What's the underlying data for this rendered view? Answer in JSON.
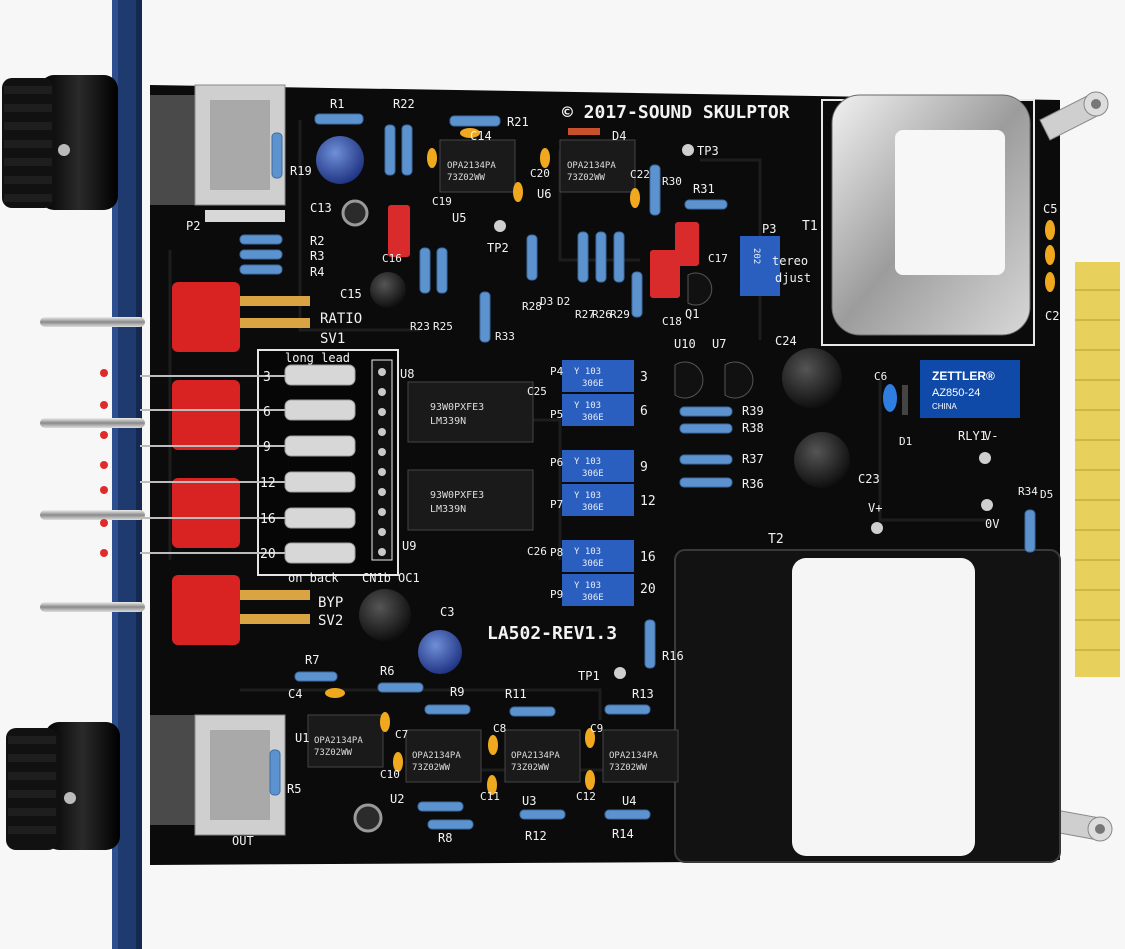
{
  "board": {
    "copyright": "© 2017-SOUND SKULPTOR",
    "revision": "LA502-REV1.3"
  },
  "switch_labels": {
    "ratio": "RATIO",
    "sw1": "SV1",
    "byp": "BYP",
    "sw2": "SV2",
    "long_lead": "long lead",
    "on_back": "on back",
    "cn1b": "CN1b",
    "ratio_values": [
      "3",
      "6",
      "9",
      "12",
      "16",
      "20"
    ]
  },
  "chips": {
    "opamp_marking": "OPA2134PA",
    "opamp_date": "73Z02WW",
    "comparator_marking": "93W0PXFE3",
    "comparator_part": "LM339N"
  },
  "relay": {
    "brand": "ZETTLER®",
    "model": "AZ850-24",
    "origin": "CHINA",
    "designator": "RLY1"
  },
  "trimmer": {
    "value": "Y 103",
    "code": "306E",
    "stereo_value": "202",
    "stereo_label": "tereo",
    "adjust_label": "djust"
  },
  "designators": {
    "resistors": [
      "R1",
      "R2",
      "R3",
      "R4",
      "R5",
      "R6",
      "R7",
      "R8",
      "R9",
      "R11",
      "R12",
      "R13",
      "R14",
      "R16",
      "R19",
      "R21",
      "R22",
      "R23",
      "R25",
      "R26",
      "R27",
      "R28",
      "R29",
      "R30",
      "R31",
      "R33",
      "R34",
      "R36",
      "R37",
      "R38",
      "R39"
    ],
    "capacitors": [
      "C2",
      "C3",
      "C4",
      "C5",
      "C6",
      "C7",
      "C8",
      "C9",
      "C10",
      "C11",
      "C12",
      "C13",
      "C14",
      "C15",
      "C16",
      "C17",
      "C18",
      "C19",
      "C20",
      "C22",
      "C23",
      "C24",
      "C25",
      "C26"
    ],
    "ics": [
      "U1",
      "U2",
      "U3",
      "U4",
      "U5",
      "U6",
      "U7",
      "U8",
      "U9",
      "U10"
    ],
    "trimmers": [
      "P2",
      "P3",
      "P4",
      "P5",
      "P6",
      "P7",
      "P8",
      "P9"
    ],
    "misc": [
      "T1",
      "T2",
      "Q1",
      "D1",
      "D2",
      "D3",
      "D4",
      "D5",
      "OC1",
      "TP1",
      "TP2",
      "TP3",
      "V+",
      "V-",
      "0V",
      "OUT"
    ]
  },
  "colors": {
    "pcb": "#0b0b0b",
    "panel": "#1f3a6e",
    "connector": "#e7d05c",
    "toggle_red": "#d92222",
    "trimmer_blue": "#2a5fc0",
    "resistor_blue": "#5c93cf"
  }
}
